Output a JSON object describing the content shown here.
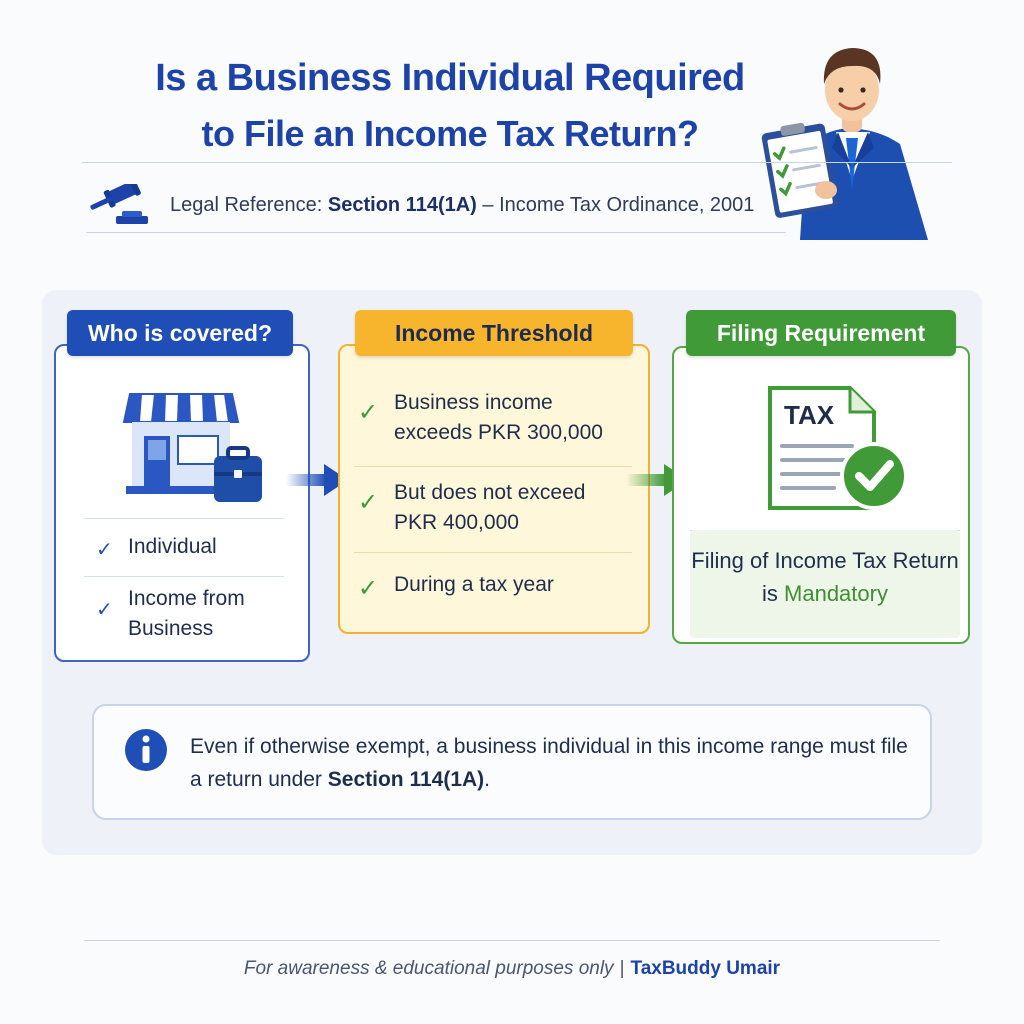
{
  "title": {
    "line1": "Is a Business Individual Required",
    "line2": "to File an Income Tax Return?"
  },
  "legal": {
    "prefix": "Legal Reference: ",
    "section": "Section 114(1A)",
    "suffix": " – Income Tax Ordinance, 2001",
    "icon": "gavel-icon"
  },
  "cards": {
    "covered": {
      "tab": "Who is covered?",
      "items": [
        "Individual",
        "Income from Business"
      ],
      "icon": "shop-briefcase-icon"
    },
    "threshold": {
      "tab": "Income Threshold",
      "items": [
        "Business income exceeds PKR 300,000",
        "But does not exceed PKR 400,000",
        "During a tax year"
      ]
    },
    "filing": {
      "tab": "Filing Requirement",
      "doc_label": "TAX",
      "text_prefix": "Filing of Income Tax Return is ",
      "text_highlight": "Mandatory"
    }
  },
  "info": {
    "text_prefix": "Even if otherwise exempt, a business individual in this income range must file a return under ",
    "section": "Section 114(1A)",
    "text_suffix": "."
  },
  "footer": {
    "disclaimer": "For awareness & educational purposes only",
    "separator": "|",
    "brand": "TaxBuddy Umair"
  },
  "colors": {
    "blue": "#1f4fb6",
    "yellow": "#f6b52d",
    "green": "#3f9a37",
    "title": "#1d43a8"
  }
}
